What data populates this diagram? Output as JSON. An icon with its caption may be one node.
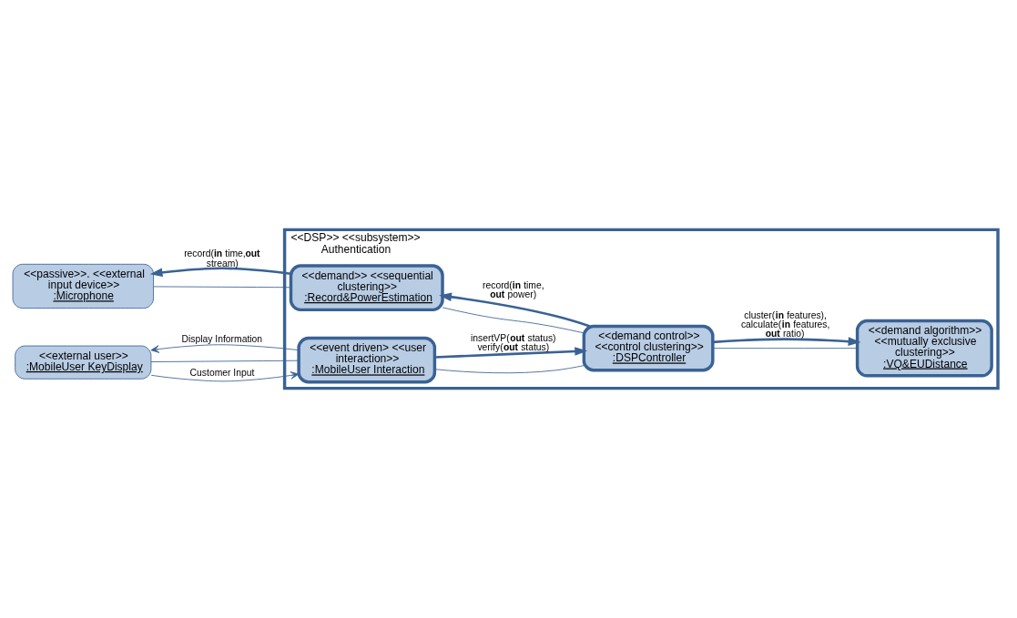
{
  "diagram": {
    "nodes": [
      {
        "text": [
          "<<DSP>> <<subsystem>> Authentication"
        ]
      },
      {
        "text": [
          "<<demand algorithm>> <<mutually exclusive clustering>>",
          ":VQ&EUDistance"
        ],
        "in": 0
      },
      {
        "text": [
          "<<passive>>. <<external input device>>",
          ":Microphone"
        ]
      },
      {
        "text": [
          "<<demand>> <<sequential clustering>>",
          ":Record&PowerEstimation"
        ],
        "in": 0
      },
      {
        "text": [
          "<<demand control>> <<control clustering>>",
          ":DSPController"
        ],
        "in": 0
      },
      {
        "text": [
          "<<external user>>",
          ":MobileUser KeyDisplay"
        ]
      },
      {
        "text": [
          "<<event driven> <<user interaction>>",
          ":MobileUser Interaction"
        ],
        "in": 0
      }
    ],
    "edges": [
      {
        "from": 2,
        "to": 3,
        "arrow": "none"
      },
      {
        "from": 3,
        "to": 2,
        "arrow": "to",
        "style": "thick",
        "label": "record(**in** time,**out** stream)"
      },
      {
        "from": 3,
        "to": 4,
        "arrow": "none"
      },
      {
        "from": 4,
        "to": 3,
        "arrow": "to",
        "style": "thick",
        "label": "record(**in** time, **out** power)"
      },
      {
        "from": 4,
        "to": 1,
        "arrow": "none"
      },
      {
        "from": 4,
        "to": 1,
        "arrow": "to",
        "style": "thick",
        "label": "cluster(**in** features), calculate(**in** features, **out** ratio)"
      },
      {
        "from": 6,
        "to": 4,
        "arrow": "none"
      },
      {
        "from": 6,
        "to": 4,
        "arrow": "to",
        "style": "thick",
        "label": "insertVP(**out** status) verify(**out** status)"
      },
      {
        "from": 5,
        "to": 6,
        "arrow": "none"
      },
      {
        "from": 5,
        "to": 6,
        "arrow": "to",
        "label": "Customer Input"
      },
      {
        "from": 6,
        "to": 5,
        "arrow": "to",
        "label": "Display Information"
      }
    ]
  }
}
